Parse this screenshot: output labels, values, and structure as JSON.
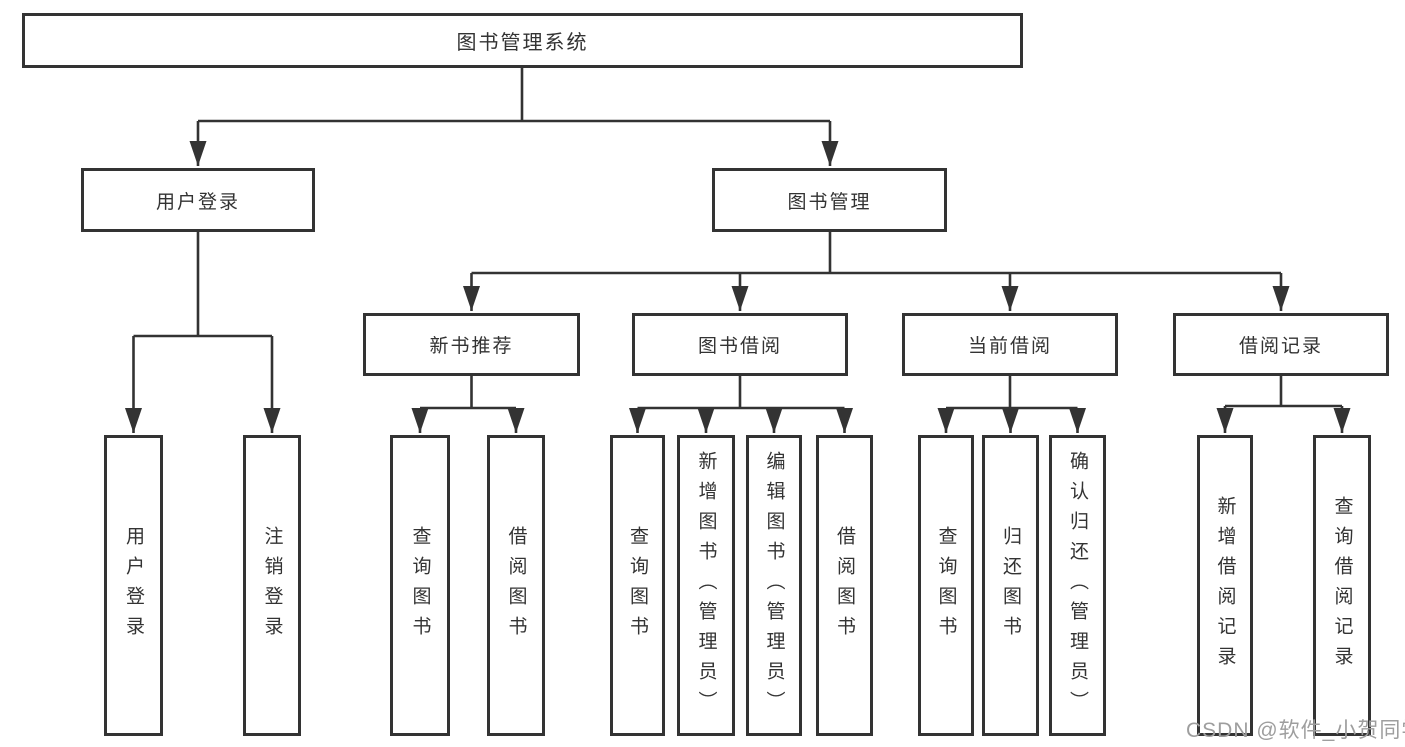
{
  "diagram": {
    "root": {
      "label": "图书管理系统"
    },
    "branches": [
      {
        "label": "用户登录",
        "children": [
          {
            "label": "用户登录"
          },
          {
            "label": "注销登录"
          }
        ]
      },
      {
        "label": "图书管理",
        "children": [
          {
            "label": "新书推荐",
            "children": [
              {
                "label": "查询图书"
              },
              {
                "label": "借阅图书"
              }
            ]
          },
          {
            "label": "图书借阅",
            "children": [
              {
                "label": "查询图书"
              },
              {
                "label": "新增图书（管理员）"
              },
              {
                "label": "编辑图书（管理员）"
              },
              {
                "label": "借阅图书"
              }
            ]
          },
          {
            "label": "当前借阅",
            "children": [
              {
                "label": "查询图书"
              },
              {
                "label": "归还图书"
              },
              {
                "label": "确认归还（管理员）"
              }
            ]
          },
          {
            "label": "借阅记录",
            "children": [
              {
                "label": "新增借阅记录"
              },
              {
                "label": "查询借阅记录"
              }
            ]
          }
        ]
      }
    ]
  },
  "watermark": {
    "text": "CSDN @软件_小贺同学"
  },
  "colors": {
    "line": "#333333",
    "box_border": "#333333",
    "text": "#333333",
    "watermark": "#9e9e9e",
    "background": "#ffffff"
  }
}
